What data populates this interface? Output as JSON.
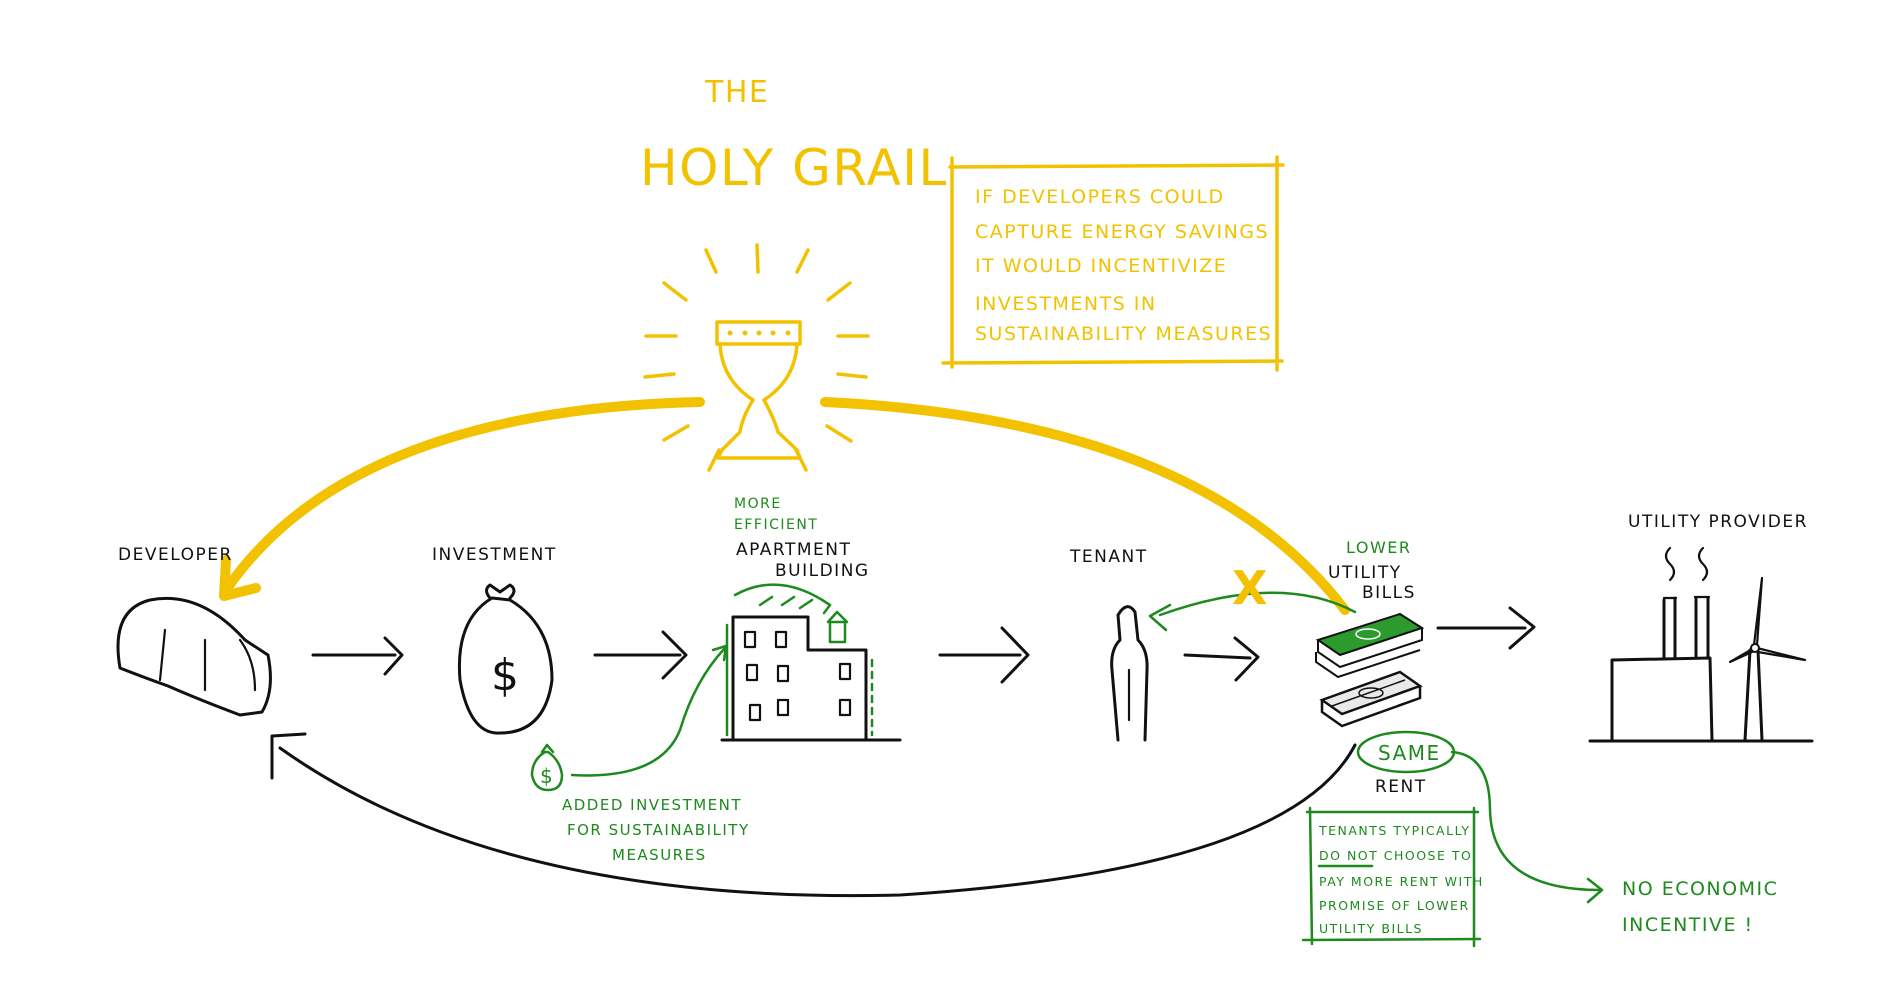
{
  "colors": {
    "ink": "#111111",
    "gold": "#f2c200",
    "green": "#1e8a1e"
  },
  "title": {
    "line1": "THE",
    "line2": "HOLY GRAIL"
  },
  "gold_note": [
    "IF DEVELOPERS COULD",
    "CAPTURE ENERGY SAVINGS",
    "IT WOULD INCENTIVIZE",
    "INVESTMENTS IN",
    "SUSTAINABILITY MEASURES"
  ],
  "nodes": {
    "developer": "DEVELOPER",
    "investment": "INVESTMENT",
    "building": [
      "APARTMENT",
      "BUILDING"
    ],
    "building_note": [
      "MORE",
      "EFFICIENT"
    ],
    "tenant": "TENANT",
    "lower_bills": [
      "LOWER",
      "UTILITY",
      "BILLS"
    ],
    "utility_provider": "UTILITY PROVIDER"
  },
  "added_investment": [
    "ADDED INVESTMENT",
    "FOR SUSTAINABILITY",
    "MEASURES"
  ],
  "same_rent": [
    "SAME",
    "RENT"
  ],
  "green_note": [
    "TENANTS TYPICALLY",
    "DO NOT CHOOSE TO",
    "PAY MORE RENT WITH",
    "PROMISE OF LOWER",
    "UTILITY BILLS"
  ],
  "no_incentive": [
    "NO ECONOMIC",
    "INCENTIVE !"
  ],
  "icons": {
    "dollar": "$",
    "blocked": "X"
  }
}
